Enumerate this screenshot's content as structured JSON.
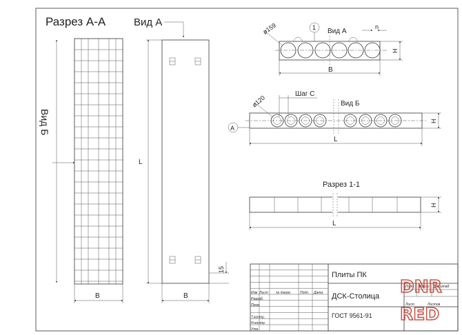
{
  "views": {
    "section_aa": {
      "title": "Разрез А-А",
      "side_label": "Вид Б",
      "dim_b": "B"
    },
    "front": {
      "view_label": "Вид А",
      "dim_l": "L",
      "dim_b": "B",
      "dim_15": "15"
    },
    "top_right": {
      "diameter": "ø159",
      "marker": "1",
      "view_label": "Вид А",
      "dim_n": "n",
      "dim_h": "H",
      "dim_b": "B"
    },
    "middle_right": {
      "diameter": "ø120",
      "step_label": "Шаг С",
      "view_label": "Вид Б",
      "marker": "А",
      "dim_h": "H",
      "dim_l": "L"
    },
    "section_11": {
      "title": "Разрез 1-1",
      "dim_h": "H",
      "dim_l": "L"
    }
  },
  "title_block": {
    "product": "Плиты ПК",
    "company": "ДСК-Столица",
    "standard": "ГОСТ 9561-91",
    "columns": [
      "Изм",
      "Лист",
      "№ докум.",
      "Подп.",
      "Дата"
    ],
    "rows": [
      "Разраб.",
      "Пров.",
      "Т.контр.",
      "Н.контр.",
      "Утв."
    ],
    "right_headers": [
      "Лит.",
      "Масса",
      "Масштаб"
    ],
    "right_sheet": [
      "Лист",
      "Листов"
    ]
  },
  "watermark": {
    "line1": "DNR",
    "line2": "RED",
    "color": "#c0392b"
  },
  "colors": {
    "line": "#333333",
    "hatch": "#888888"
  }
}
